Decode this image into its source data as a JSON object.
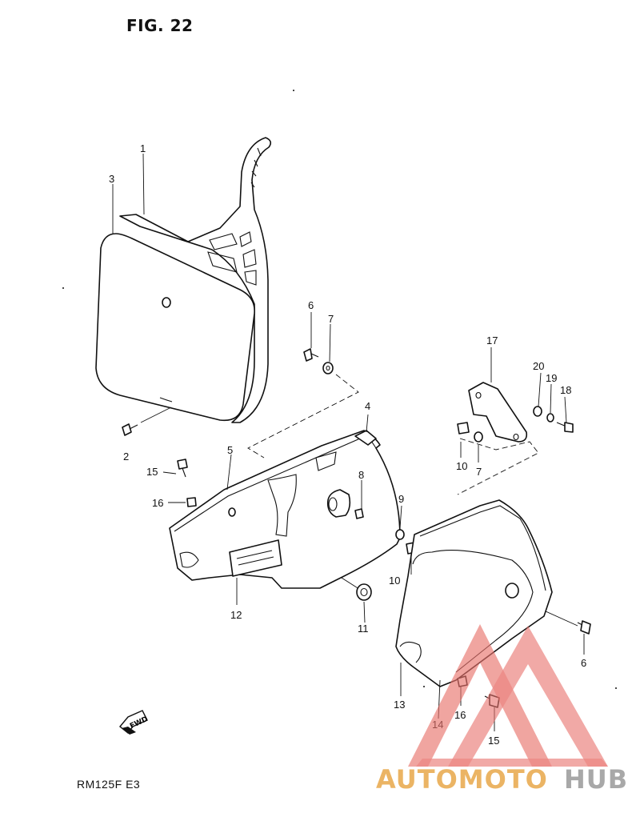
{
  "figure": {
    "title": "FIG. 22",
    "model": "RM125F  E3"
  },
  "direction_label": "FWD",
  "watermark": {
    "part1": "AUTOMOTO",
    "part2": "HUB",
    "color_accent": "#e8a84a",
    "color_gray": "#9a9a9a",
    "triangle_color": "#e8716b"
  },
  "callouts": {
    "c1": "1",
    "c2": "2",
    "c3": "3",
    "c4": "4",
    "c5": "5",
    "c6a": "6",
    "c6b": "6",
    "c7a": "7",
    "c7b": "7",
    "c8": "8",
    "c9": "9",
    "c10a": "10",
    "c10b": "10",
    "c11": "11",
    "c12": "12",
    "c13": "13",
    "c14": "14",
    "c15a": "15",
    "c15b": "15",
    "c16a": "16",
    "c16b": "16",
    "c17": "17",
    "c18": "18",
    "c19": "19",
    "c20": "20"
  }
}
